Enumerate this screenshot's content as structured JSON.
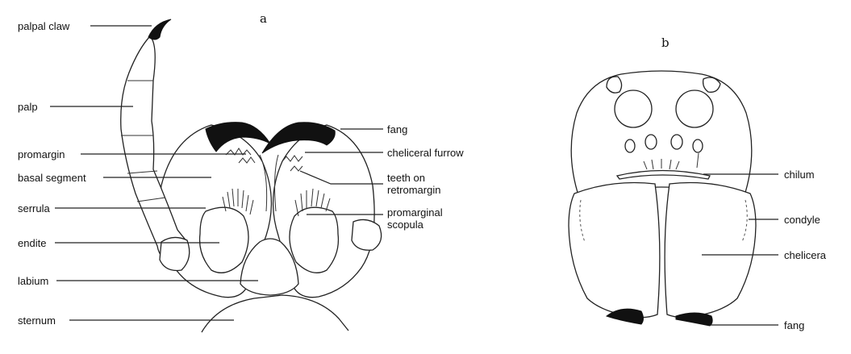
{
  "panels": {
    "a": "a",
    "b": "b"
  },
  "labels_a": {
    "palpal_claw": "palpal claw",
    "palp": "palp",
    "promargin": "promargin",
    "basal_segment": "basal segment",
    "serrula": "serrula",
    "endite": "endite",
    "labium": "labium",
    "sternum": "sternum",
    "fang": "fang",
    "cheliceral_furrow": "cheliceral furrow",
    "teeth_line1": "teeth on",
    "teeth_line2": "retromargin",
    "scopula_line1": "promarginal",
    "scopula_line2": "scopula"
  },
  "labels_b": {
    "chilum": "chilum",
    "condyle": "condyle",
    "chelicera": "chelicera",
    "fang": "fang"
  }
}
